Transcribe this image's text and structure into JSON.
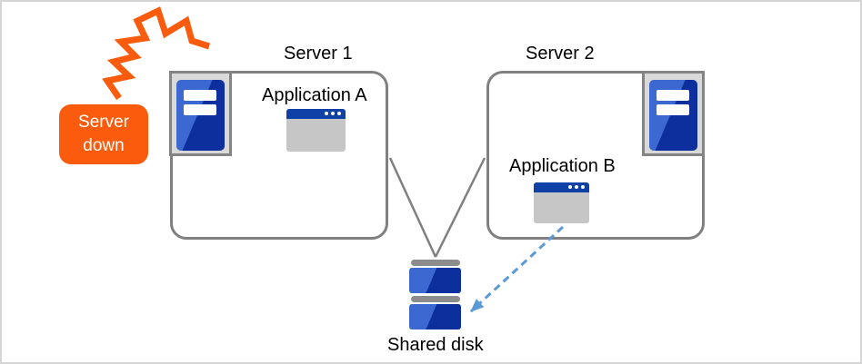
{
  "diagram": {
    "badge": {
      "line1": "Server",
      "line2": "down"
    },
    "server1": {
      "title": "Server 1",
      "app_label": "Application A"
    },
    "server2": {
      "title": "Server 2",
      "app_label": "Application B"
    },
    "shared_disk_label": "Shared disk"
  },
  "colors": {
    "orange": "#FA5B0C",
    "line_gray": "#808080",
    "frame_fill": "#D9D9D9",
    "frame_border": "#848484",
    "tower_light": "#3C69D1",
    "tower_dark": "#0D2F9E",
    "titlebar_blue": "#0F41A6",
    "window_body": "#C6C6C6",
    "disk_cap": "#8C8C8C",
    "arrow_blue": "#5B9BD5",
    "canvas_border": "#D5D5D5",
    "text": "#000000"
  },
  "icons": {
    "crash-bolt-icon": "orange zigzag explosion stroke",
    "server-tower-icon": "two-tone blue tower with two white slots in gray frame",
    "app-window-icon": "window with blue titlebar and three dots",
    "shared-disk-icon": "stacked blue platters with gray caps",
    "dashed-arrow-icon": "light blue dashed arrow pointing to shared disk"
  }
}
